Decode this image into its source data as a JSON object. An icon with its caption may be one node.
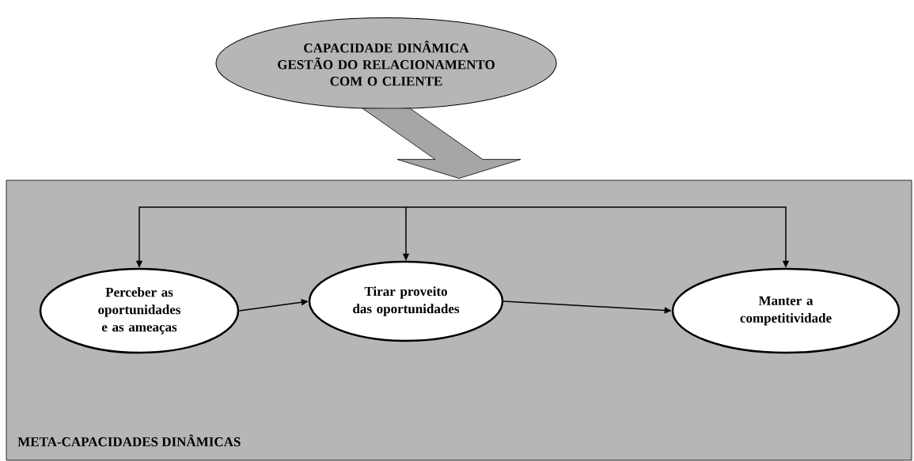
{
  "diagram": {
    "nodes": [
      {
        "text": [
          "CAPACIDADE DINÂMICA GESTÃO DO RELACIONAMENTO COM O CLIENTE"
        ]
      },
      {
        "text": [
          "META-CAPACIDADES  DINÂMICAS"
        ]
      },
      {
        "text": [
          "Perceber as oportunidades e as ameaças"
        ],
        "in": 1
      },
      {
        "text": [
          "Tirar proveito das oportunidades"
        ],
        "in": 1
      },
      {
        "text": [
          "Manter a competitividade"
        ],
        "in": 1
      }
    ],
    "edges": [
      {
        "from": 0,
        "to": 1,
        "arrow": "to",
        "style": "thick",
        "color": "#a6a6a6"
      },
      {
        "from": null,
        "to": 2,
        "arrow": "to"
      },
      {
        "from": null,
        "to": 3,
        "arrow": "to"
      },
      {
        "from": null,
        "to": 4,
        "arrow": "to"
      },
      {
        "from": 2,
        "to": 3,
        "arrow": "to"
      },
      {
        "from": 3,
        "to": 4,
        "arrow": "to"
      }
    ]
  }
}
